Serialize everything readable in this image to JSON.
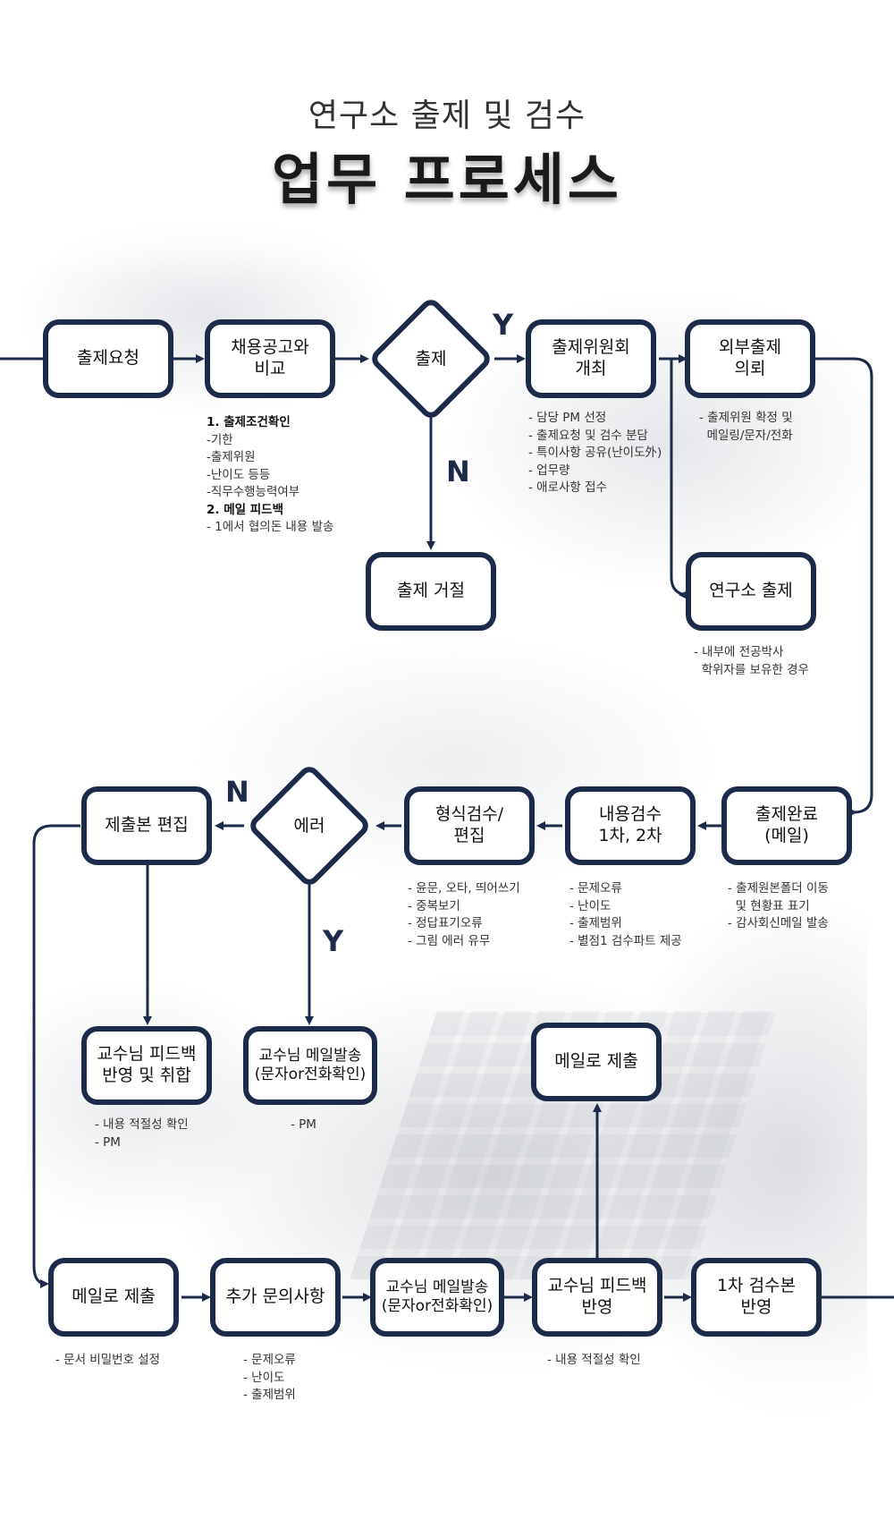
{
  "title": {
    "sub": "연구소 출제 및 검수",
    "main": "업무 프로세스"
  },
  "nodes": {
    "request": "출제요청",
    "compare": "채용공고와\n비교",
    "decide_issue": "출제",
    "committee": "출제위원회\n개최",
    "external": "외부출제\n의뢰",
    "reject": "출제 거절",
    "lab_issue": "연구소 출제",
    "done": "출제완료\n(메일)",
    "content_review": "내용검수\n1차, 2차",
    "format_review": "형식검수/\n편집",
    "error_check": "에러",
    "edit_submit": "제출본 편집",
    "prof_feedback_select": "교수님 피드백\n반영 및 취합",
    "prof_mail_1": "교수님 메일발송\n(문자or전화확인)",
    "mail_submit_top": "메일로 제출",
    "mail_submit": "메일로 제출",
    "extra_inquiry": "추가 문의사항",
    "prof_mail_2": "교수님 메일발송\n(문자or전화확인)",
    "prof_feedback": "교수님 피드백\n반영",
    "first_review": "1차 검수본\n반영"
  },
  "labels": {
    "issue_yes": "Y",
    "issue_no": "N",
    "error_no": "N",
    "error_yes": "Y"
  },
  "notes": {
    "compare": [
      "1. 출제조건확인",
      "-기한",
      "-출제위원",
      "-난이도 등등",
      "-직무수행능력여부",
      "2. 메일 피드백",
      "- 1에서 협의돈 내용 발송"
    ],
    "committee": [
      "- 담당 PM 선정",
      "- 출제요청 및 검수 분담",
      "- 특이사항 공유(난이도外)",
      "- 업무량",
      "- 애로사항 접수"
    ],
    "external": [
      "- 출제위원 확정 및",
      "  메일링/문자/전화"
    ],
    "lab_issue": [
      "- 내부에 전공박사",
      "  학위자를 보유한 경우"
    ],
    "format_review": [
      "- 윤문, 오타, 띄어쓰기",
      "- 중복보기",
      "- 정답표기오류",
      "- 그림 에러 유무"
    ],
    "content_review": [
      "- 문제오류",
      "- 난이도",
      "- 출제범위",
      "- 별점1 검수파트 제공"
    ],
    "done": [
      "- 출제원본폴더 이동",
      "  및 현황표 표기",
      "- 감사회신메일 발송"
    ],
    "prof_feedback_select": [
      "- 내용 적절성 확인",
      "- PM"
    ],
    "prof_mail_1": [
      "- PM"
    ],
    "mail_submit": [
      "- 문서 비밀번호 설정"
    ],
    "extra_inquiry": [
      "- 문제오류",
      "- 난이도",
      "- 출제범위"
    ],
    "prof_feedback": [
      "- 내용 적절성 확인"
    ]
  },
  "colors": {
    "node_border": "#1c2b49",
    "connector": "#1c2b49",
    "background": "#ffffff"
  }
}
